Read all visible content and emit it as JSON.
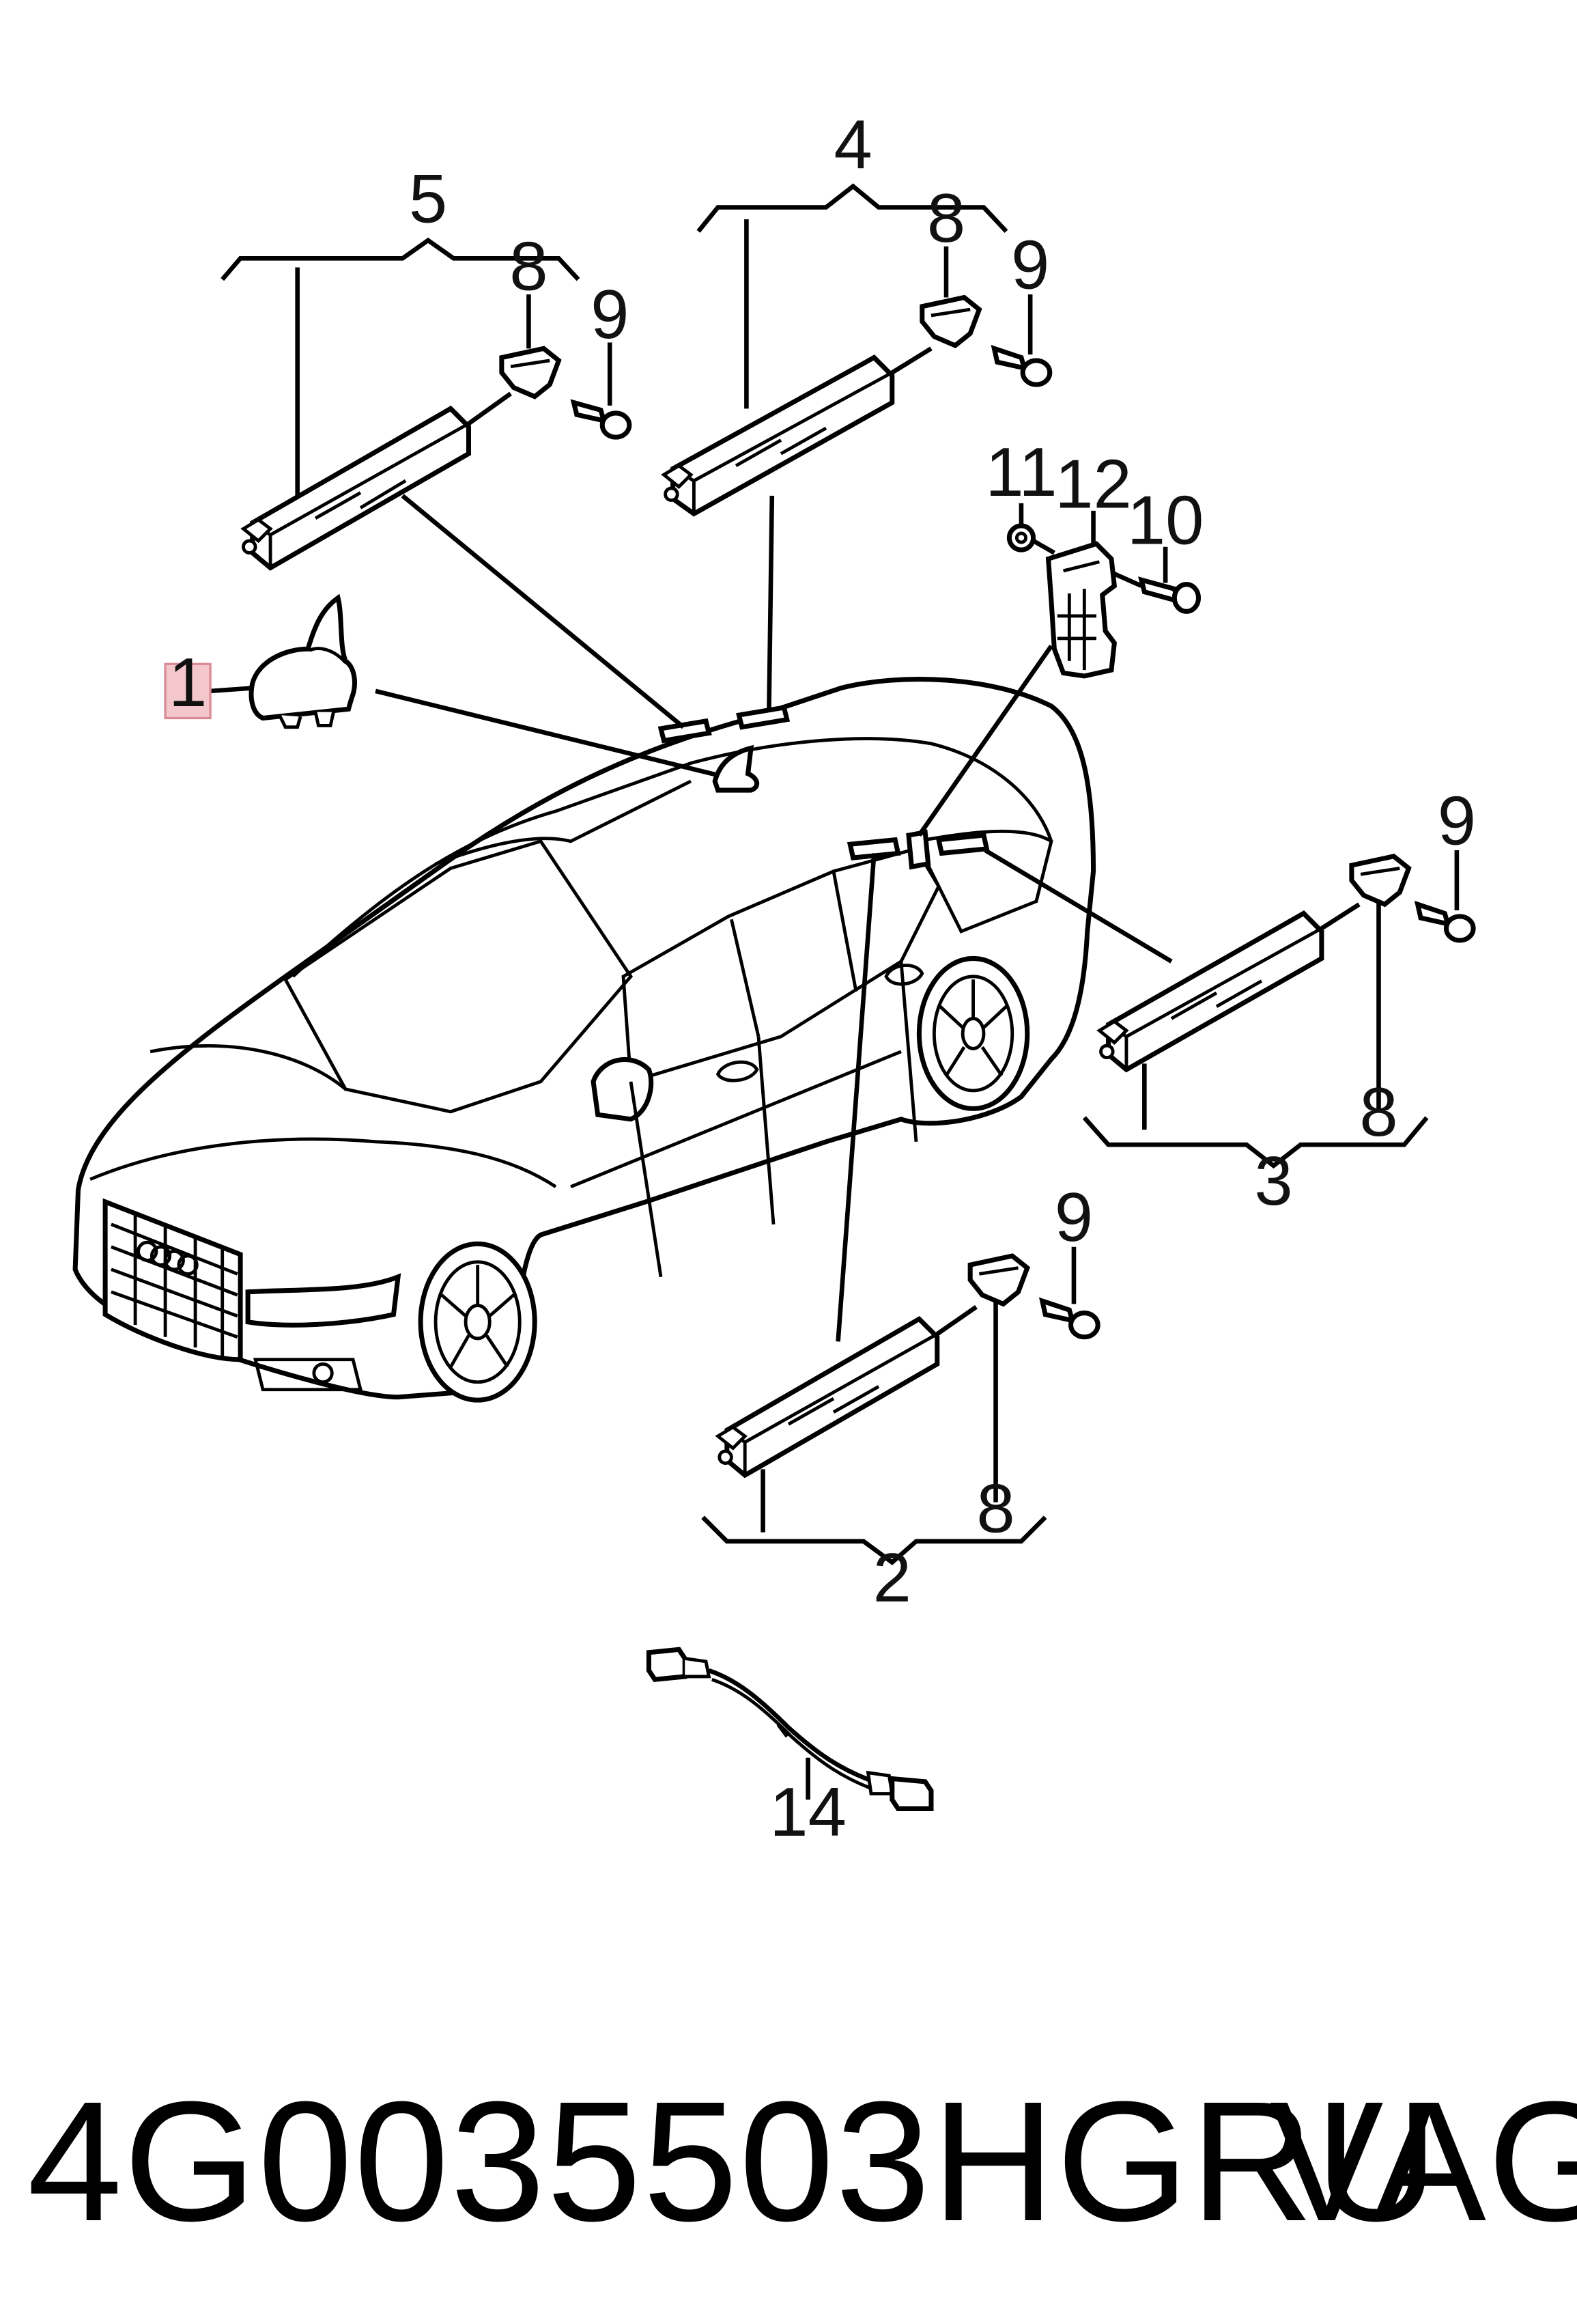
{
  "callouts": {
    "c1": "1",
    "c2": "2",
    "c3": "3",
    "c4": "4",
    "c5": "5",
    "c8a": "8",
    "c8b": "8",
    "c8c": "8",
    "c8d": "8",
    "c9a": "9",
    "c9b": "9",
    "c9c": "9",
    "c9d": "9",
    "c10": "10",
    "c11": "11",
    "c12": "12",
    "c14": "14"
  },
  "highlight": {
    "callout": "1",
    "color": "#f4c7cc",
    "border": "#d98a95"
  },
  "footer": {
    "part_number": "4G0035503HGRU",
    "brand": "VAG"
  }
}
